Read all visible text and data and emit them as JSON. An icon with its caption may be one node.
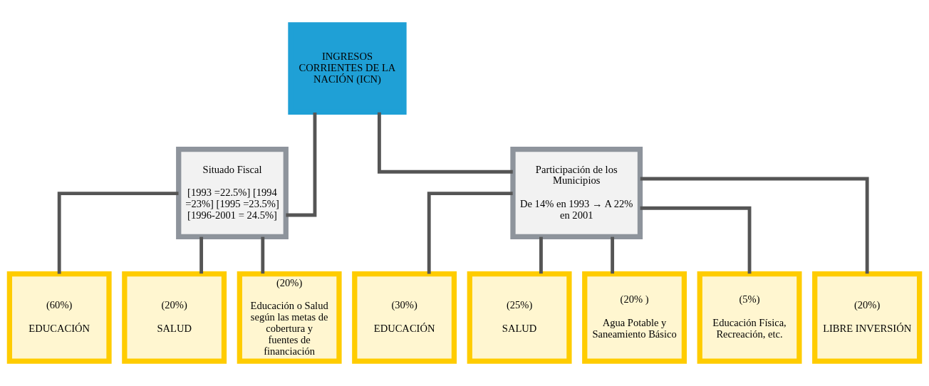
{
  "diagram": {
    "nodes": [
      {
        "text": [
          "INGRESOS CORRIENTES DE LA NACIÓN (ICN)"
        ]
      },
      {
        "text": [
          "Situado Fiscal",
          "[1993 =22.5%] [1994 =23%] [1995 =23.5%] [1996-2001 = 24.5%]"
        ]
      },
      {
        "text": [
          "Participación de los Municipios",
          "De 14% en 1993 → A 22% en 2001"
        ]
      },
      {
        "text": [
          "(60%)",
          "EDUCACIÓN"
        ]
      },
      {
        "text": [
          "(20%)",
          "SALUD"
        ]
      },
      {
        "text": [
          "(20%)",
          "Educación o Salud según las metas de cobertura y fuentes de financiación"
        ]
      },
      {
        "text": [
          "(30%)",
          "EDUCACIÓN"
        ]
      },
      {
        "text": [
          "(25%)",
          "SALUD"
        ]
      },
      {
        "text": [
          "(20% )",
          "Agua Potable y Saneamiento Básico"
        ]
      },
      {
        "text": [
          "(5%)",
          "Educación Física, Recreación, etc."
        ]
      },
      {
        "text": [
          "(20%)",
          "LIBRE INVERSIÓN"
        ]
      }
    ],
    "edges": [
      {
        "from": 0,
        "to": 1,
        "arrow": "none"
      },
      {
        "from": 0,
        "to": 2,
        "arrow": "none"
      },
      {
        "from": 1,
        "to": 3,
        "arrow": "none"
      },
      {
        "from": 1,
        "to": 4,
        "arrow": "none"
      },
      {
        "from": 1,
        "to": 5,
        "arrow": "none"
      },
      {
        "from": 2,
        "to": 6,
        "arrow": "none"
      },
      {
        "from": 2,
        "to": 7,
        "arrow": "none"
      },
      {
        "from": 2,
        "to": 8,
        "arrow": "none"
      },
      {
        "from": 2,
        "to": 9,
        "arrow": "none"
      },
      {
        "from": 2,
        "to": 10,
        "arrow": "none"
      }
    ]
  }
}
